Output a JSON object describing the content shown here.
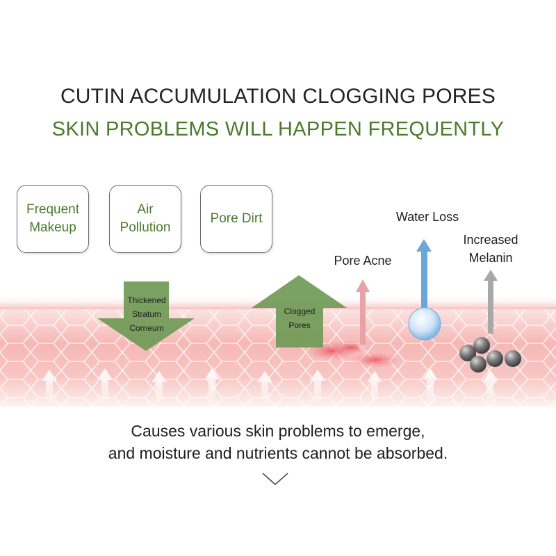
{
  "header": {
    "title": "CUTIN ACCUMULATION CLOGGING PORES",
    "subtitle": "SKIN PROBLEMS WILL HAPPEN FREQUENTLY"
  },
  "causes": [
    {
      "label": "Frequent\nMakeup"
    },
    {
      "label": "Air\nPollution"
    },
    {
      "label": "Pore Dirt"
    }
  ],
  "arrows": {
    "down_label": "Thickened\nStratum\nCorneum",
    "up_label": "Clogged\nPores"
  },
  "effects": {
    "pore_acne": "Pore Acne",
    "water_loss": "Water Loss",
    "increased_melanin": "Increased\nMelanin"
  },
  "caption": "Causes various skin problems to emerge,\nand moisture and nutrients cannot be absorbed.",
  "colors": {
    "accent_green": "#4a7a2c",
    "arrow_green": "#6f9a56",
    "skin_pink": "#f3a9a6",
    "water_blue": "#6aa6da",
    "melanin_gray": "#7a7a7a"
  }
}
